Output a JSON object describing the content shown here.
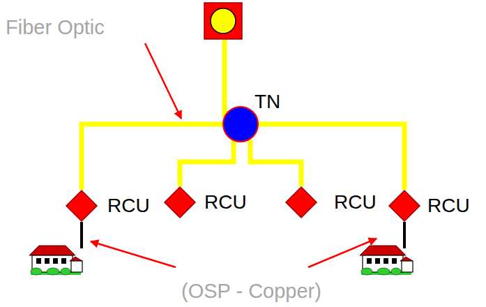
{
  "diagram": {
    "nodes": [
      {
        "text": [
          "TN"
        ]
      },
      {
        "text": [
          "RCU"
        ]
      },
      {
        "text": [
          "RCU"
        ]
      },
      {
        "text": [
          "RCU"
        ]
      },
      {
        "text": [
          "RCU"
        ]
      }
    ],
    "edges": [
      {
        "from": 0,
        "to": 1,
        "arrow": "none"
      },
      {
        "from": 0,
        "to": 2,
        "arrow": "none"
      },
      {
        "from": 0,
        "to": 3,
        "arrow": "none"
      },
      {
        "from": 0,
        "to": 4,
        "arrow": "none"
      }
    ],
    "labels": [
      "Fiber Optic",
      "(OSP - Copper)"
    ]
  }
}
